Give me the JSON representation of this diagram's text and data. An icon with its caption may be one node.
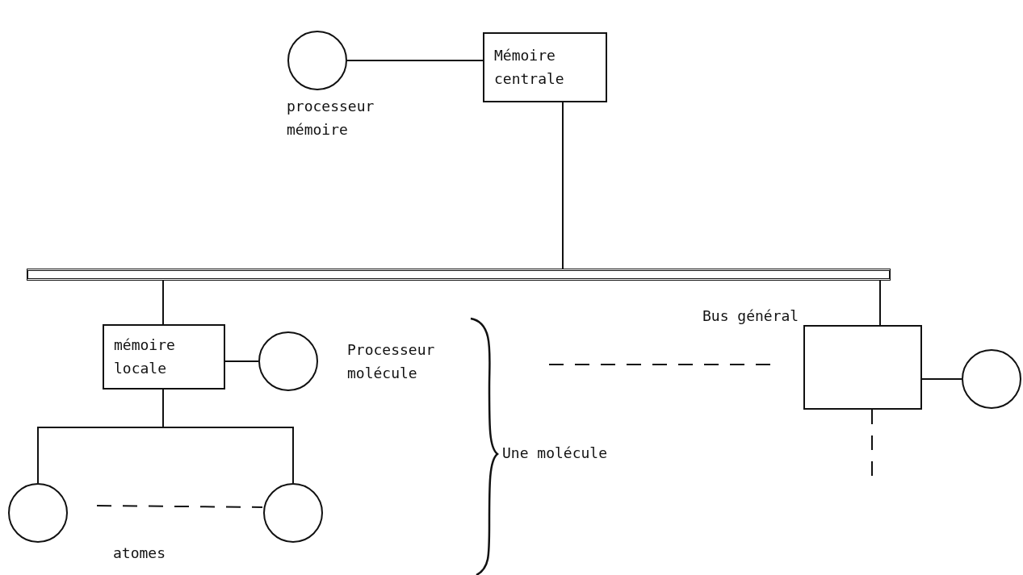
{
  "diagram": {
    "nodes": [
      {
        "text": [],
        "shape": "circle",
        "beside": [
          "processeur mémoire"
        ]
      },
      {
        "text": [
          "Mémoire centrale"
        ]
      },
      {
        "text": [],
        "shape": "bar"
      },
      {
        "text": [
          "mémoire locale"
        ]
      },
      {
        "text": [],
        "shape": "circle",
        "beside": [
          "Processeur molécule"
        ]
      },
      {
        "text": [],
        "shape": "circle"
      },
      {
        "text": [],
        "shape": "circle"
      },
      {
        "text": [],
        "shape": "box"
      },
      {
        "text": [],
        "shape": "circle"
      }
    ],
    "edges": [
      {
        "from": 0,
        "to": 1,
        "arrow": "none"
      },
      {
        "from": 1,
        "to": 2,
        "arrow": "none"
      },
      {
        "from": 2,
        "to": 3,
        "arrow": "none"
      },
      {
        "from": 3,
        "to": 4,
        "arrow": "none"
      },
      {
        "from": 3,
        "to": 5,
        "arrow": "none"
      },
      {
        "from": 3,
        "to": 6,
        "arrow": "none"
      },
      {
        "from": 5,
        "to": 6,
        "arrow": "none",
        "style": "dashed"
      },
      {
        "from": 2,
        "to": 7,
        "arrow": "none"
      },
      {
        "from": 7,
        "to": 8,
        "arrow": "none"
      },
      {
        "from": null,
        "to": 7,
        "arrow": "none",
        "style": "dashed"
      },
      {
        "from": 7,
        "to": null,
        "arrow": "none",
        "style": "dashed"
      }
    ],
    "labels": [
      "Bus général",
      "Une molécule",
      "atomes"
    ]
  }
}
